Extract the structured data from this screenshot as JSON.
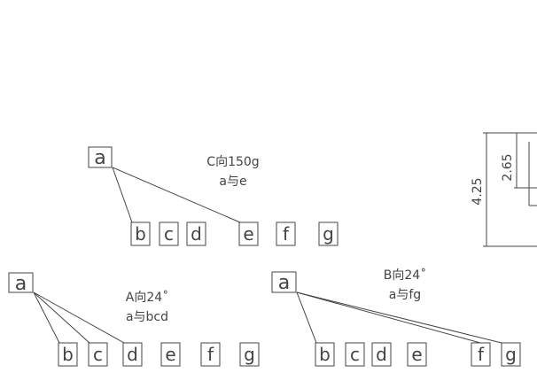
{
  "groups": [
    {
      "top": "a",
      "bottom": [
        "b",
        "c",
        "d",
        "e",
        "f",
        "g"
      ],
      "caption1": "C向150g",
      "caption2": "a与e"
    },
    {
      "top": "a",
      "bottom": [
        "b",
        "c",
        "d",
        "e",
        "f",
        "g"
      ],
      "caption1": "A向24˚",
      "caption2": "a与bcd"
    },
    {
      "top": "a",
      "bottom": [
        "b",
        "c",
        "d",
        "e",
        "f",
        "g"
      ],
      "caption1": "B向24˚",
      "caption2": "a与fg"
    }
  ],
  "dimensions": {
    "outer": "4.25",
    "inner": "2.65"
  }
}
